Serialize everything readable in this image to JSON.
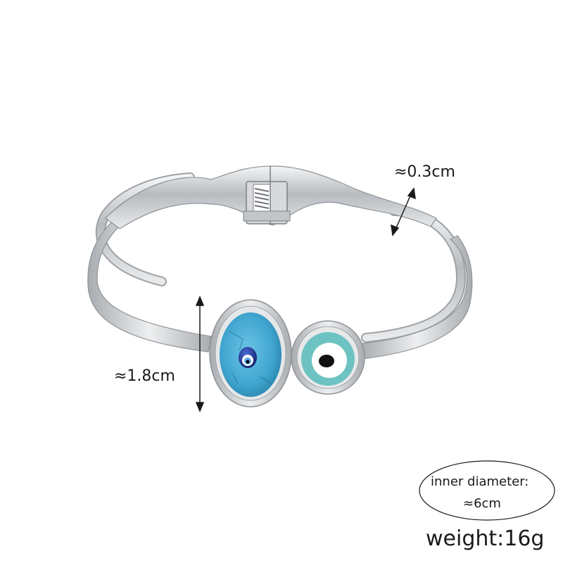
{
  "product": {
    "name": "bangle-bracelet",
    "metal_color": "#c9cccf",
    "stone_color": "#3fa5cf",
    "enamel_color": "#6cc3c1"
  },
  "annotations": {
    "thickness": "≈0.3cm",
    "pendant_height": "≈1.8cm",
    "inner_diameter_label": "inner diameter:",
    "inner_diameter_value": "≈6cm",
    "weight": "weight:16g"
  }
}
